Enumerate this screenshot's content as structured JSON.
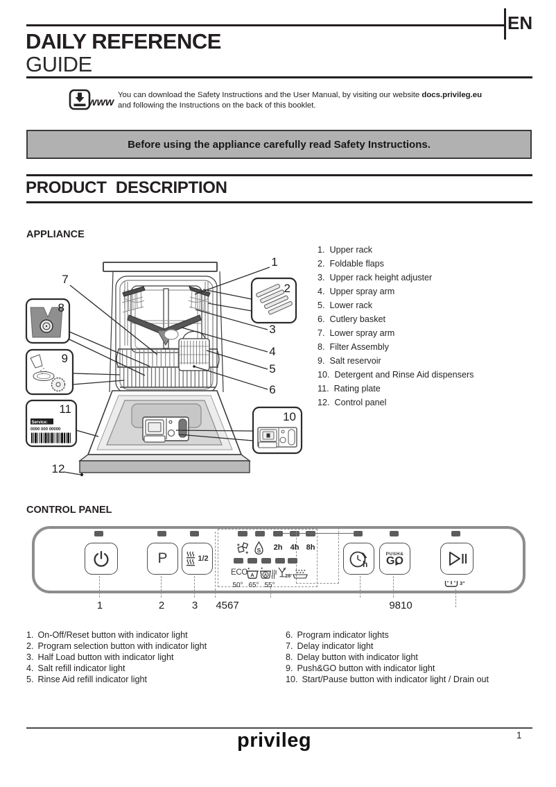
{
  "page": {
    "lang": "EN",
    "page_number": "1",
    "brand": "privileg"
  },
  "header": {
    "title_line1": "DAILY REFERENCE",
    "title_line2": "GUIDE"
  },
  "download": {
    "www": "www",
    "line1_pre": "You can download the Safety Instructions and the User Manual, by visiting our website ",
    "line1_bold": "docs.privileg.eu",
    "line2": "and following the Instructions on the back of this booklet."
  },
  "banner": {
    "text": "Before using the appliance carefully read Safety Instructions."
  },
  "product_description": {
    "title": "PRODUCT DESCRIPTION"
  },
  "appliance": {
    "title": "APPLIANCE",
    "callouts": [
      "1",
      "2",
      "3",
      "4",
      "5",
      "6",
      "7",
      "8",
      "9",
      "10",
      "11",
      "12"
    ],
    "rating_plate": {
      "service": "Service:",
      "number": "0000 000 00000"
    },
    "parts": [
      {
        "n": "1.",
        "t": "Upper rack"
      },
      {
        "n": "2.",
        "t": "Foldable flaps"
      },
      {
        "n": "3.",
        "t": "Upper rack height adjuster"
      },
      {
        "n": "4.",
        "t": "Upper spray arm"
      },
      {
        "n": "5.",
        "t": "Lower rack"
      },
      {
        "n": "6.",
        "t": "Cutlery basket"
      },
      {
        "n": "7.",
        "t": "Lower spray arm"
      },
      {
        "n": "8.",
        "t": "Filter Assembly"
      },
      {
        "n": "9.",
        "t": "Salt reservoir"
      },
      {
        "n": "10.",
        "t": "Detergent and Rinse Aid dispensers"
      },
      {
        "n": "11.",
        "t": "Rating plate"
      },
      {
        "n": "12.",
        "t": "Control panel"
      }
    ]
  },
  "control_panel": {
    "title": "CONTROL PANEL",
    "program_button": "P",
    "half_load": "1/2",
    "rinse_letter": "S",
    "auto_letter": "A",
    "hours": [
      "2h",
      "4h",
      "8h"
    ],
    "eco": "ECO",
    "rapid": "28'",
    "temps": [
      "50°",
      "65°",
      "55°"
    ],
    "delay_unit": "h",
    "push_label": "PUSH&",
    "go_label": "GO",
    "drain_time": "3\"",
    "labels": [
      "1",
      "2",
      "3",
      "4567",
      "9810"
    ]
  },
  "legend": {
    "left": [
      {
        "n": "1.",
        "t": "On-Off/Reset button with indicator light"
      },
      {
        "n": "2.",
        "t": "Program selection button with indicator light"
      },
      {
        "n": "3.",
        "t": "Half Load button with indicator light"
      },
      {
        "n": "4.",
        "t": "Salt refill indicator light"
      },
      {
        "n": "5.",
        "t": "Rinse Aid refill indicator light"
      }
    ],
    "right": [
      {
        "n": "6.",
        "t": "Program indicator lights"
      },
      {
        "n": "7.",
        "t": "Delay indicator light"
      },
      {
        "n": "8.",
        "t": "Delay button with indicator light"
      },
      {
        "n": "9.",
        "t": "Push&GO button with indicator light"
      },
      {
        "n": "10.",
        "t": "Start/Pause button with indicator light / Drain out"
      }
    ]
  }
}
